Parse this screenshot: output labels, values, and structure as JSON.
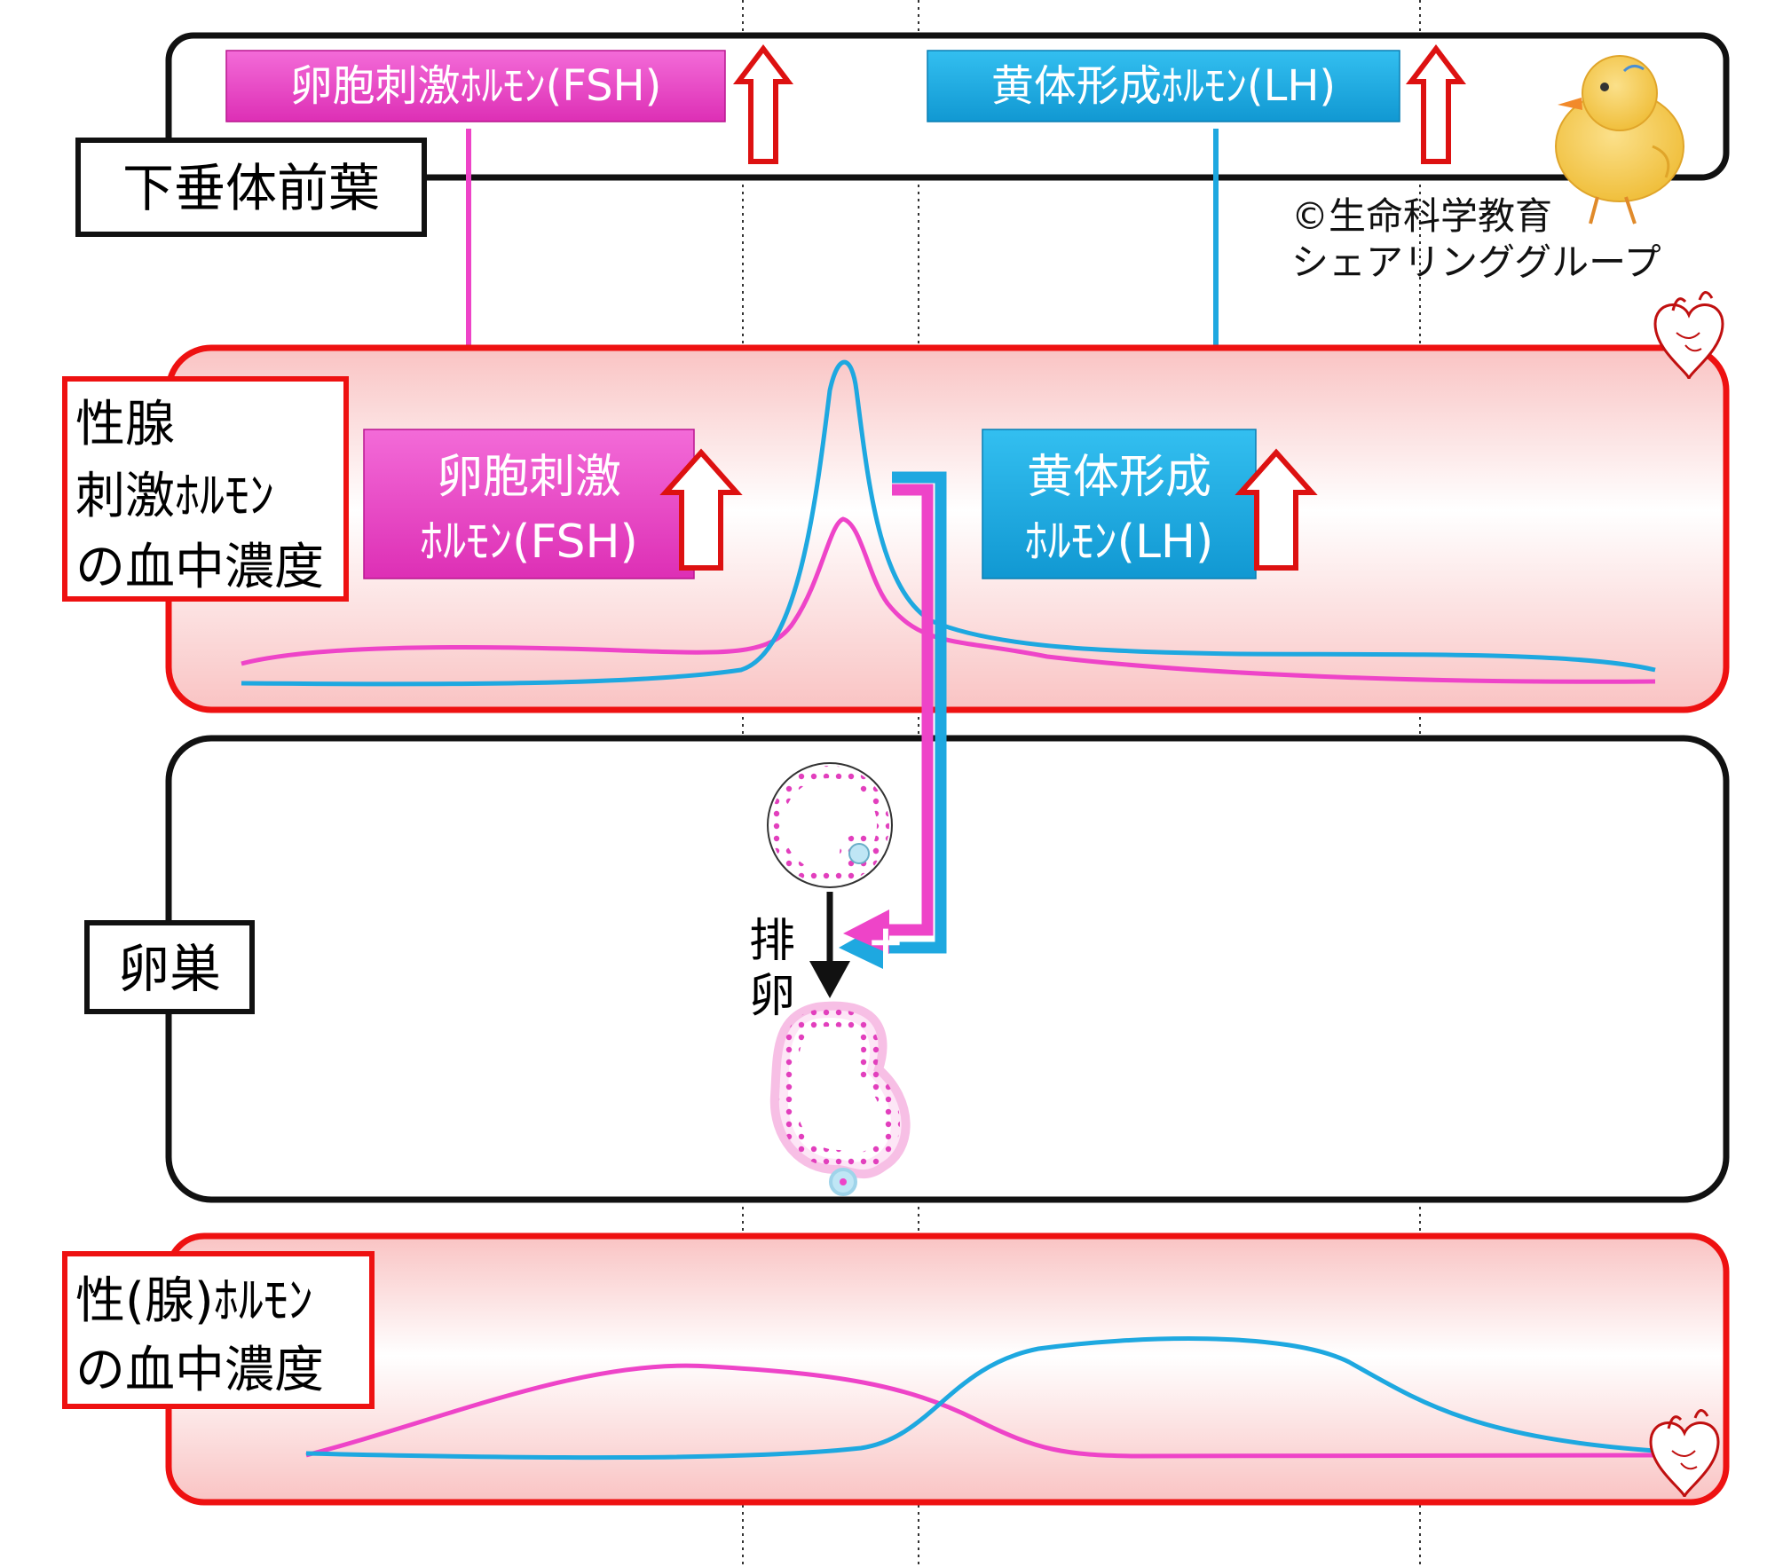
{
  "labels": {
    "pituitary": "下垂体前葉",
    "gonadotropin_line1": "性腺",
    "gonadotropin_line2": "刺激ﾎﾙﾓﾝ",
    "gonadotropin_line3": "の血中濃度",
    "ovary": "卵巣",
    "ovulation_1": "排",
    "ovulation_2": "卵",
    "sex_hormone_line1": "性(腺)ﾎﾙﾓﾝ",
    "sex_hormone_line2": "の血中濃度"
  },
  "hormones": {
    "fsh_full": "卵胞刺激ﾎﾙﾓﾝ(FSH)",
    "lh_full": "黄体形成ﾎﾙﾓﾝ(LH)",
    "fsh_line1": "卵胞刺激",
    "fsh_line2": "ﾎﾙﾓﾝ(FSH)",
    "lh_line1": "黄体形成",
    "lh_line2": "ﾎﾙﾓﾝ(LH)"
  },
  "feedback_sign": "+",
  "credit": {
    "line1": "©生命科学教育",
    "line2": "シェアリンググループ"
  },
  "colors": {
    "fsh": "#ee44c8",
    "lh": "#1ea8e0",
    "blood_panel_border": "#ee1111",
    "up_arrow": "#dd1111",
    "panel_border": "#111111"
  },
  "icons": {
    "increase": "up-arrow-icon",
    "heart": "heart-icon",
    "mascot": "chick-icon",
    "follicle": "follicle-icon",
    "corpus_luteum": "corpus-luteum-icon"
  }
}
